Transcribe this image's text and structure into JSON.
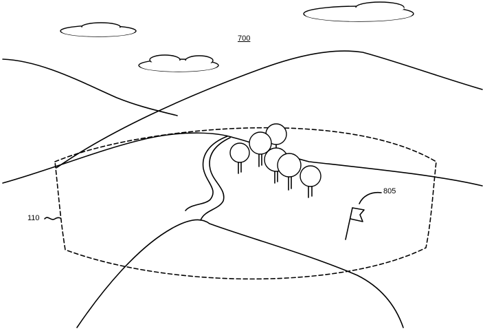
{
  "labels": {
    "figure_ref": "700",
    "lens_ref": "110",
    "flag_ref": "805"
  }
}
